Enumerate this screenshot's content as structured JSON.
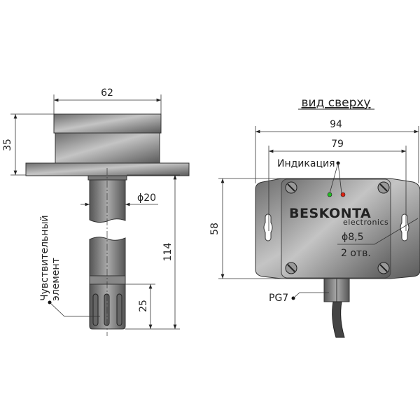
{
  "side_view": {
    "dim_width": "62",
    "dim_height": "35",
    "dim_diameter": "ϕ20",
    "dim_length": "114",
    "dim_sensor": "25",
    "sensor_label_line1": "Чувствительный",
    "sensor_label_line2": "элемент"
  },
  "top_view": {
    "title": "вид сверху",
    "dim_total_width": "94",
    "dim_hole_spacing": "79",
    "dim_height": "58",
    "indication_label": "Индикация",
    "brand": "BESKONTA",
    "brand_sub": "electronics",
    "hole_diameter": "ϕ8,5",
    "hole_count": "2 отв.",
    "gland_label": "PG7",
    "led_colors": [
      "#22bb22",
      "#dd2211"
    ]
  }
}
